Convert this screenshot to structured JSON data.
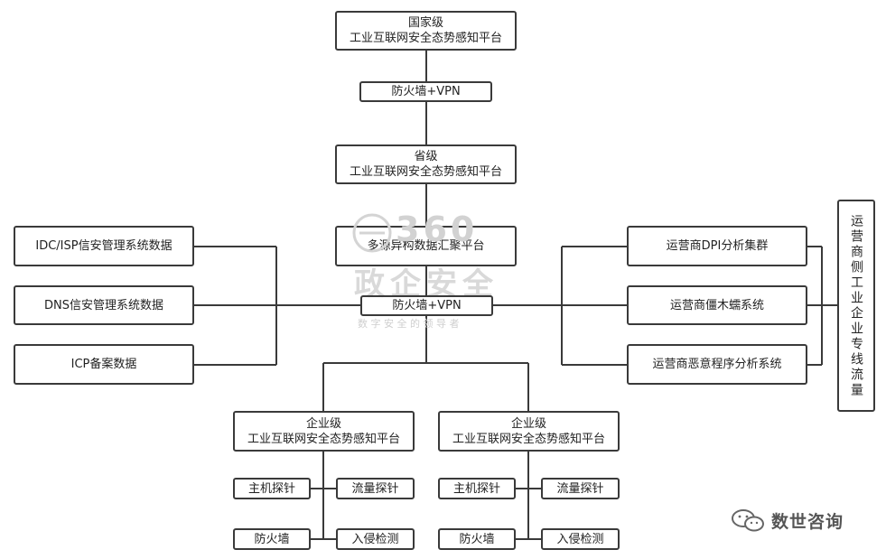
{
  "national": {
    "line1": "国家级",
    "line2": "工业互联网安全态势感知平台"
  },
  "link_top": "防火墙+VPN",
  "provincial": {
    "line1": "省级",
    "line2": "工业互联网安全态势感知平台"
  },
  "aggregation": "多源异构数据汇聚平台",
  "link_mid": "防火墙+VPN",
  "left_sources": [
    "IDC/ISP信安管理系统数据",
    "DNS信安管理系统数据",
    "ICP备案数据"
  ],
  "right_sources": [
    "运营商DPI分析集群",
    "运营商僵木蠕系统",
    "运营商恶意程序分析系统"
  ],
  "operator_flow": "运营商侧工业企业专线流量",
  "enterprises": [
    {
      "line1": "企业级",
      "line2": "工业互联网安全态势感知平台",
      "probes": [
        "主机探针",
        "流量探针",
        "防火墙",
        "入侵检测"
      ]
    },
    {
      "line1": "企业级",
      "line2": "工业互联网安全态势感知平台",
      "probes": [
        "主机探针",
        "流量探针",
        "防火墙",
        "入侵检测"
      ]
    }
  ],
  "watermark": {
    "brand": "360",
    "name": "政企安全",
    "slogan": "数 字 安 全 的 领 导 者"
  },
  "wechat_account": "数世咨询",
  "colors": {
    "line": "#3a3a3a",
    "watermark": "#c8c8c8"
  }
}
